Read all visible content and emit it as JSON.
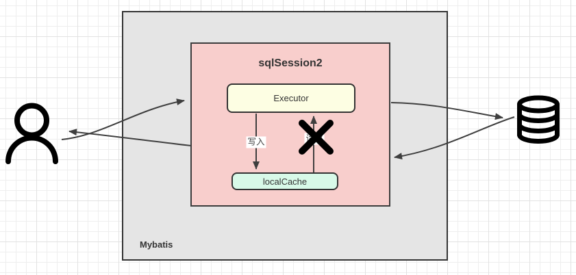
{
  "colors": {
    "canvas_bg": "#FFFFFF",
    "grid_minor": "#EEEEEE",
    "grid_major": "#E2E2E2",
    "container_fill": "#E5E5E5",
    "container_stroke": "#333333",
    "session_fill": "#F8CECC",
    "session_stroke": "#3C3C3C",
    "executor_fill": "#FDFEE3",
    "executor_stroke": "#333333",
    "cache_fill": "#D8F9E8",
    "cache_stroke": "#333333",
    "edge_stroke": "#3E3E3E",
    "icon_stroke": "#000000",
    "cross_color": "#000000",
    "text_color": "#333333"
  },
  "nodes": {
    "container_label": "Mybatis",
    "session_title": "sqlSession2",
    "executor_label": "Executor",
    "cache_label": "localCache"
  },
  "edges": {
    "write_label": "写入",
    "read_label": "读取"
  },
  "icons": {
    "left": "person-icon",
    "right": "database-icon",
    "overlay": "x-cross-mark"
  }
}
